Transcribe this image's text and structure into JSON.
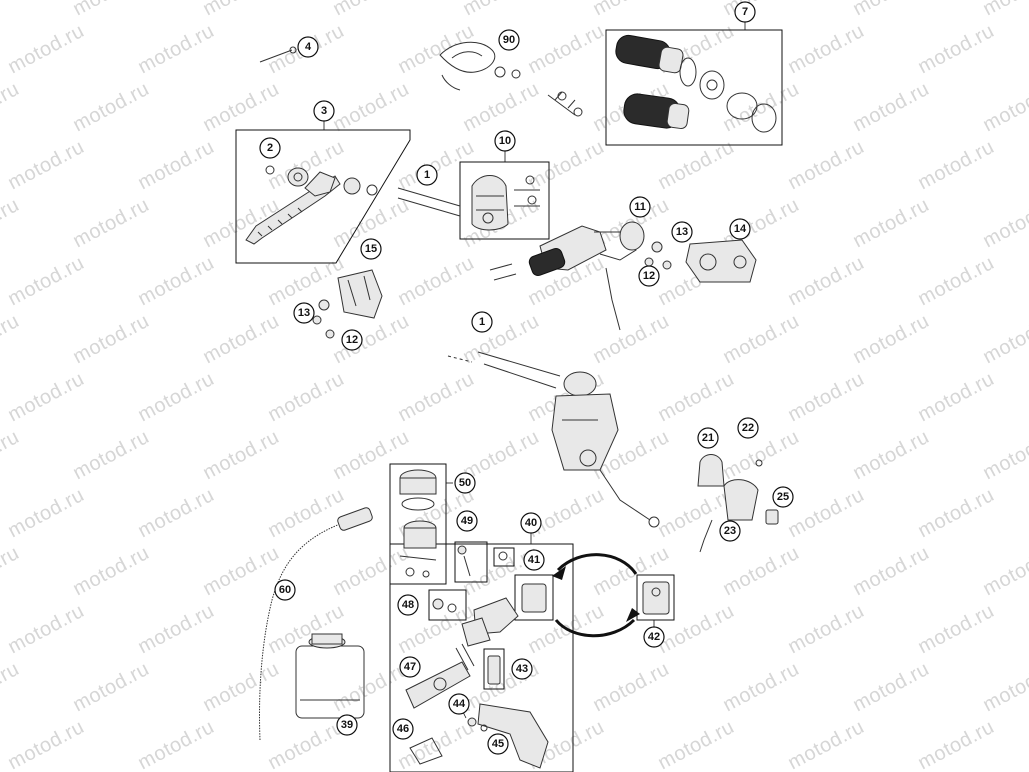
{
  "watermark": "motod.ru",
  "callouts": [
    {
      "id": "c90",
      "label": "90"
    },
    {
      "id": "c7",
      "label": "7"
    },
    {
      "id": "c4",
      "label": "4"
    },
    {
      "id": "c3",
      "label": "3"
    },
    {
      "id": "c2",
      "label": "2"
    },
    {
      "id": "c1a",
      "label": "1"
    },
    {
      "id": "c10",
      "label": "10"
    },
    {
      "id": "c11",
      "label": "11"
    },
    {
      "id": "c13a",
      "label": "13"
    },
    {
      "id": "c14",
      "label": "14"
    },
    {
      "id": "c12a",
      "label": "12"
    },
    {
      "id": "c15",
      "label": "15"
    },
    {
      "id": "c13b",
      "label": "13"
    },
    {
      "id": "c12b",
      "label": "12"
    },
    {
      "id": "c1b",
      "label": "1"
    },
    {
      "id": "c21",
      "label": "21"
    },
    {
      "id": "c22",
      "label": "22"
    },
    {
      "id": "c25",
      "label": "25"
    },
    {
      "id": "c23",
      "label": "23"
    },
    {
      "id": "c50",
      "label": "50"
    },
    {
      "id": "c49",
      "label": "49"
    },
    {
      "id": "c40",
      "label": "40"
    },
    {
      "id": "c41",
      "label": "41"
    },
    {
      "id": "c60",
      "label": "60"
    },
    {
      "id": "c48",
      "label": "48"
    },
    {
      "id": "c42",
      "label": "42"
    },
    {
      "id": "c47",
      "label": "47"
    },
    {
      "id": "c43",
      "label": "43"
    },
    {
      "id": "c44",
      "label": "44"
    },
    {
      "id": "c39",
      "label": "39"
    },
    {
      "id": "c46",
      "label": "46"
    },
    {
      "id": "c45",
      "label": "45"
    }
  ]
}
